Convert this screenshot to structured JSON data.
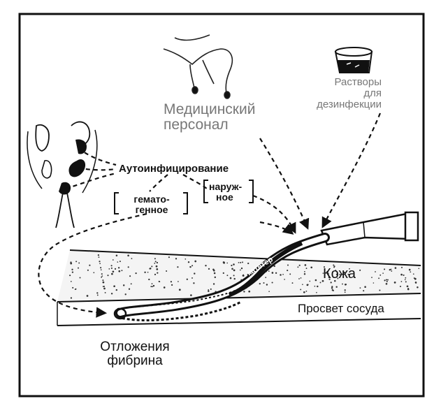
{
  "labels": {
    "medical_staff_line1": "Медицинский",
    "medical_staff_line2": "персонал",
    "solutions_line1": "Растворы",
    "solutions_line2": "для",
    "solutions_line3": "дезинфекции",
    "autoinfection": "Аутоинфицирование",
    "hematogenous_line1": "гемато-",
    "hematogenous_line2": "генное",
    "external_line1": "наруж-",
    "external_line2": "ное",
    "skin": "Кожа",
    "vessel_lumen": "Просвет сосуда",
    "catheter": "катетер",
    "fibrin_line1": "Отложения",
    "fibrin_line2": "фибрина"
  },
  "icons": {
    "hand": "hand-icon",
    "beaker": "beaker-icon",
    "body": "human-body-icon",
    "catheter_hub": "catheter-hub-icon"
  },
  "colors": {
    "ink": "#111111",
    "gray_text": "#777777",
    "skin_fill": "#f4f4f4",
    "background": "#ffffff"
  }
}
